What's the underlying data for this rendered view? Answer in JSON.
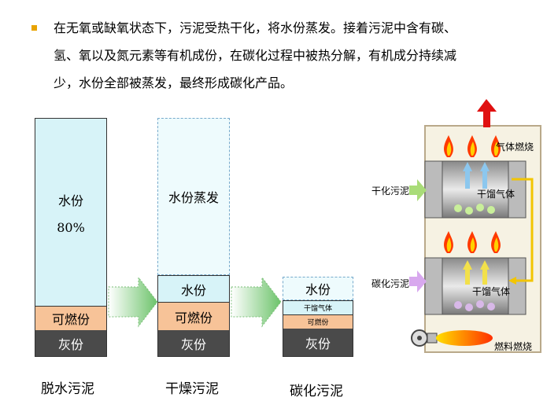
{
  "paragraph": {
    "lines": [
      "在无氧或缺氧状态下，污泥受热干化，将水份蒸发。接着污泥中含有碳、",
      "氢、氧以及氮元素等有机成份，在碳化过程中被热分解，有机成分持续减",
      "少，水份全部被蒸发，最终形成碳化产品。"
    ]
  },
  "col1": {
    "water": "水份",
    "water_pct": "80%",
    "combustible": "可燃份",
    "ash": "灰份",
    "caption": "脱水污泥"
  },
  "col2": {
    "evaporated": "水份蒸发",
    "water": "水份",
    "combustible": "可燃份",
    "ash": "灰份",
    "caption": "干燥污泥"
  },
  "col3": {
    "water": "水份",
    "gas": "干馏气体",
    "combustible": "可燃份",
    "ash": "灰份",
    "caption": "碳化污泥"
  },
  "furnace": {
    "gas_burn": "气体燃烧",
    "dried_sludge": "干化污泥",
    "dist_gas_top": "干馏气体",
    "carbonized_sludge": "碳化污泥",
    "dist_gas_bottom": "干馏气体",
    "fuel_burn": "燃料燃烧"
  }
}
